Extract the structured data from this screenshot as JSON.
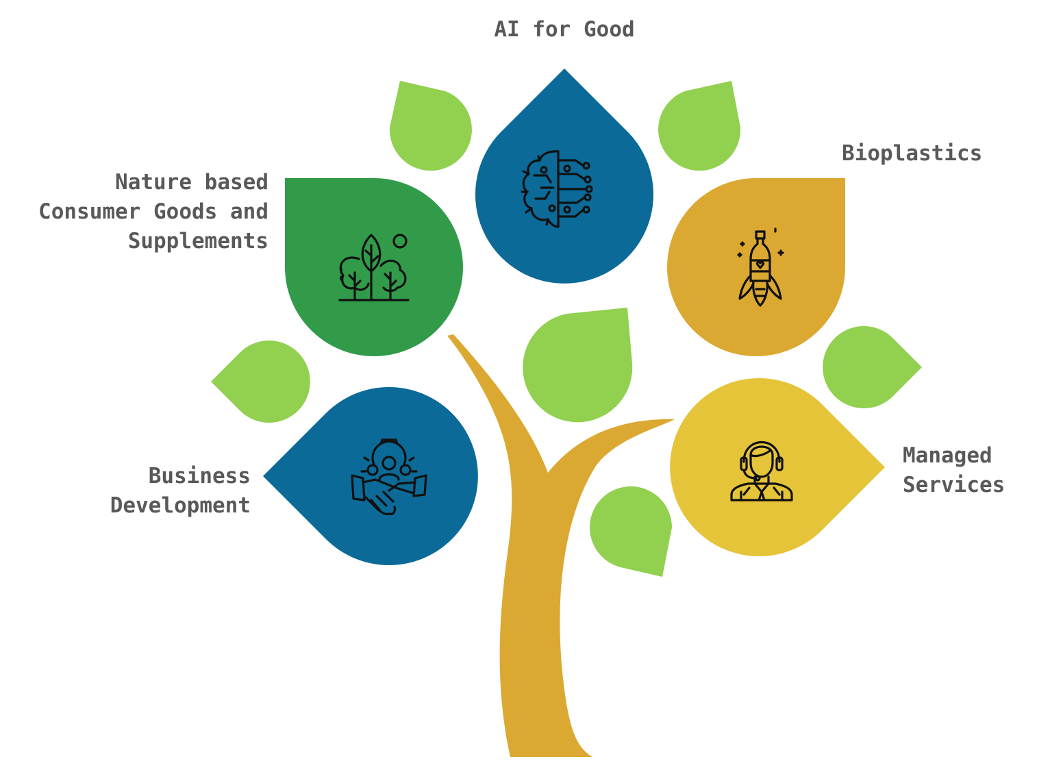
{
  "colors": {
    "leaf_light": "#92d050",
    "teal": "#0b6a97",
    "green": "#329b4a",
    "orange": "#dba832",
    "yellow": "#e5c43a",
    "trunk": "#dba832",
    "label": "#595959"
  },
  "branches": [
    {
      "id": "ai-for-good",
      "lines": [
        "AI for Good"
      ],
      "icon": "ai-brain-circuit-icon",
      "color": "teal"
    },
    {
      "id": "bioplastics",
      "lines": [
        "Bioplastics"
      ],
      "icon": "bio-bottle-corn-icon",
      "color": "orange"
    },
    {
      "id": "nature-based",
      "lines": [
        "Nature based",
        "Consumer Goods and",
        "Supplements"
      ],
      "icon": "trees-icon",
      "color": "green"
    },
    {
      "id": "business-development",
      "lines": [
        "Business",
        "Development"
      ],
      "icon": "handshake-team-icon",
      "color": "teal"
    },
    {
      "id": "managed-services",
      "lines": [
        "Managed",
        "Services"
      ],
      "icon": "support-agent-headset-icon",
      "color": "yellow"
    }
  ]
}
